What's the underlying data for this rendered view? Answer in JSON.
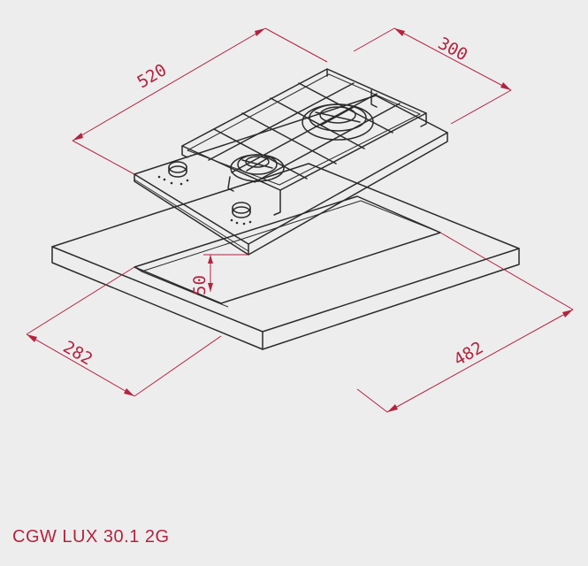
{
  "model_name": "CGW LUX 30.1 2G",
  "dimensions": {
    "hob_length": "520",
    "hob_width": "300",
    "cutout_width": "282",
    "cutout_length": "482",
    "depth": "50"
  },
  "colors": {
    "dimension_accent": "#b4233f",
    "line": "#2b2b2b",
    "background": "#ededed"
  }
}
